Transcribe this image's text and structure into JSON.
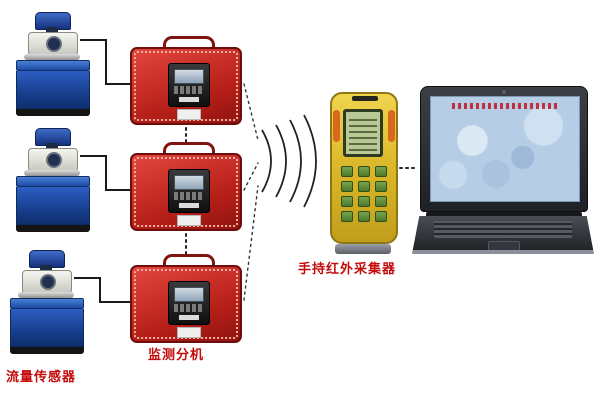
{
  "labels": {
    "flow_sensor": "流量传感器",
    "monitor_unit": "监测分机",
    "handheld_collector": "手持红外采集器"
  },
  "diagram": {
    "nodes": [
      {
        "id": "flow-sensors",
        "label": "流量传感器",
        "count": 3,
        "type": "flow-sensor"
      },
      {
        "id": "monitor-units",
        "label": "监测分机",
        "count": 3,
        "type": "monitor-box"
      },
      {
        "id": "handheld",
        "label": "手持红外采集器",
        "type": "handheld-infrared-collector"
      },
      {
        "id": "laptop",
        "label": "",
        "type": "computer"
      }
    ],
    "connections": [
      {
        "from": "flow-sensor-1",
        "to": "monitor-box-1",
        "style": "solid"
      },
      {
        "from": "flow-sensor-2",
        "to": "monitor-box-2",
        "style": "solid"
      },
      {
        "from": "flow-sensor-3",
        "to": "monitor-box-3",
        "style": "solid"
      },
      {
        "from": "monitor-box-1",
        "to": "monitor-box-2",
        "style": "dotted"
      },
      {
        "from": "monitor-box-2",
        "to": "monitor-box-3",
        "style": "dotted"
      },
      {
        "from": "monitor-units",
        "to": "handheld",
        "style": "wireless"
      },
      {
        "from": "handheld",
        "to": "laptop",
        "style": "dotted"
      }
    ]
  },
  "colors": {
    "label_red": "#c40b0b",
    "monitor_box_red": "#b51f18",
    "tank_blue": "#1c4da6",
    "handheld_yellow": "#d9b526",
    "wire_black": "#1a1a1a"
  }
}
